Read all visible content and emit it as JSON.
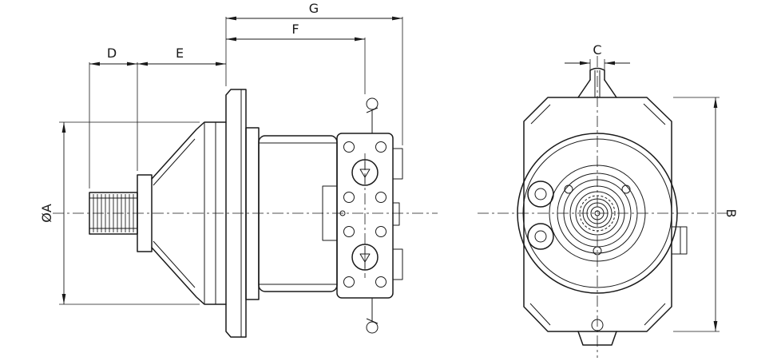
{
  "drawing": {
    "dimension_labels": {
      "G": "G",
      "F": "F",
      "D": "D",
      "E": "E",
      "A": "ØA",
      "C": "C",
      "B": "B"
    },
    "colors": {
      "line": "#1a1a1a",
      "background": "#ffffff"
    }
  }
}
